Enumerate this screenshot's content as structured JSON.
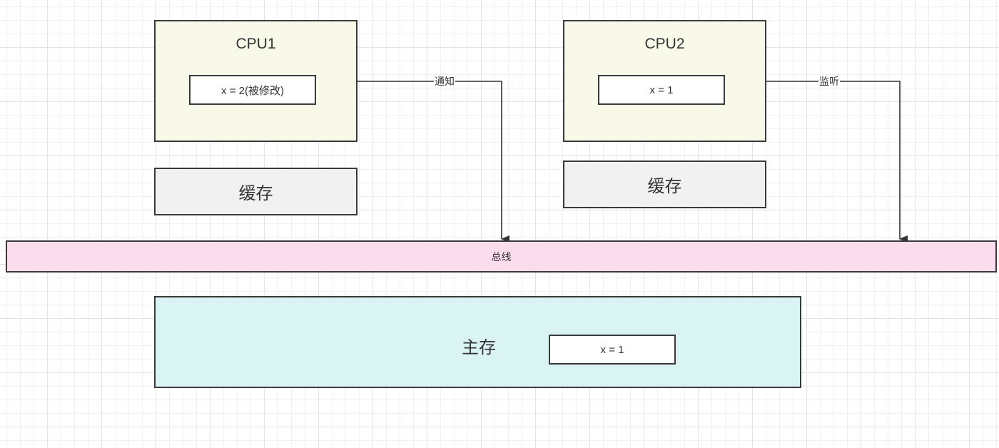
{
  "cpu1": {
    "title": "CPU1",
    "value": "x = 2(被修改)"
  },
  "cpu2": {
    "title": "CPU2",
    "value": "x = 1"
  },
  "cache1": {
    "label": "缓存"
  },
  "cache2": {
    "label": "缓存"
  },
  "bus": {
    "label": "总线"
  },
  "memory": {
    "label": "主存",
    "value": "x = 1"
  },
  "edges": {
    "notify": "通知",
    "listen": "监听"
  }
}
